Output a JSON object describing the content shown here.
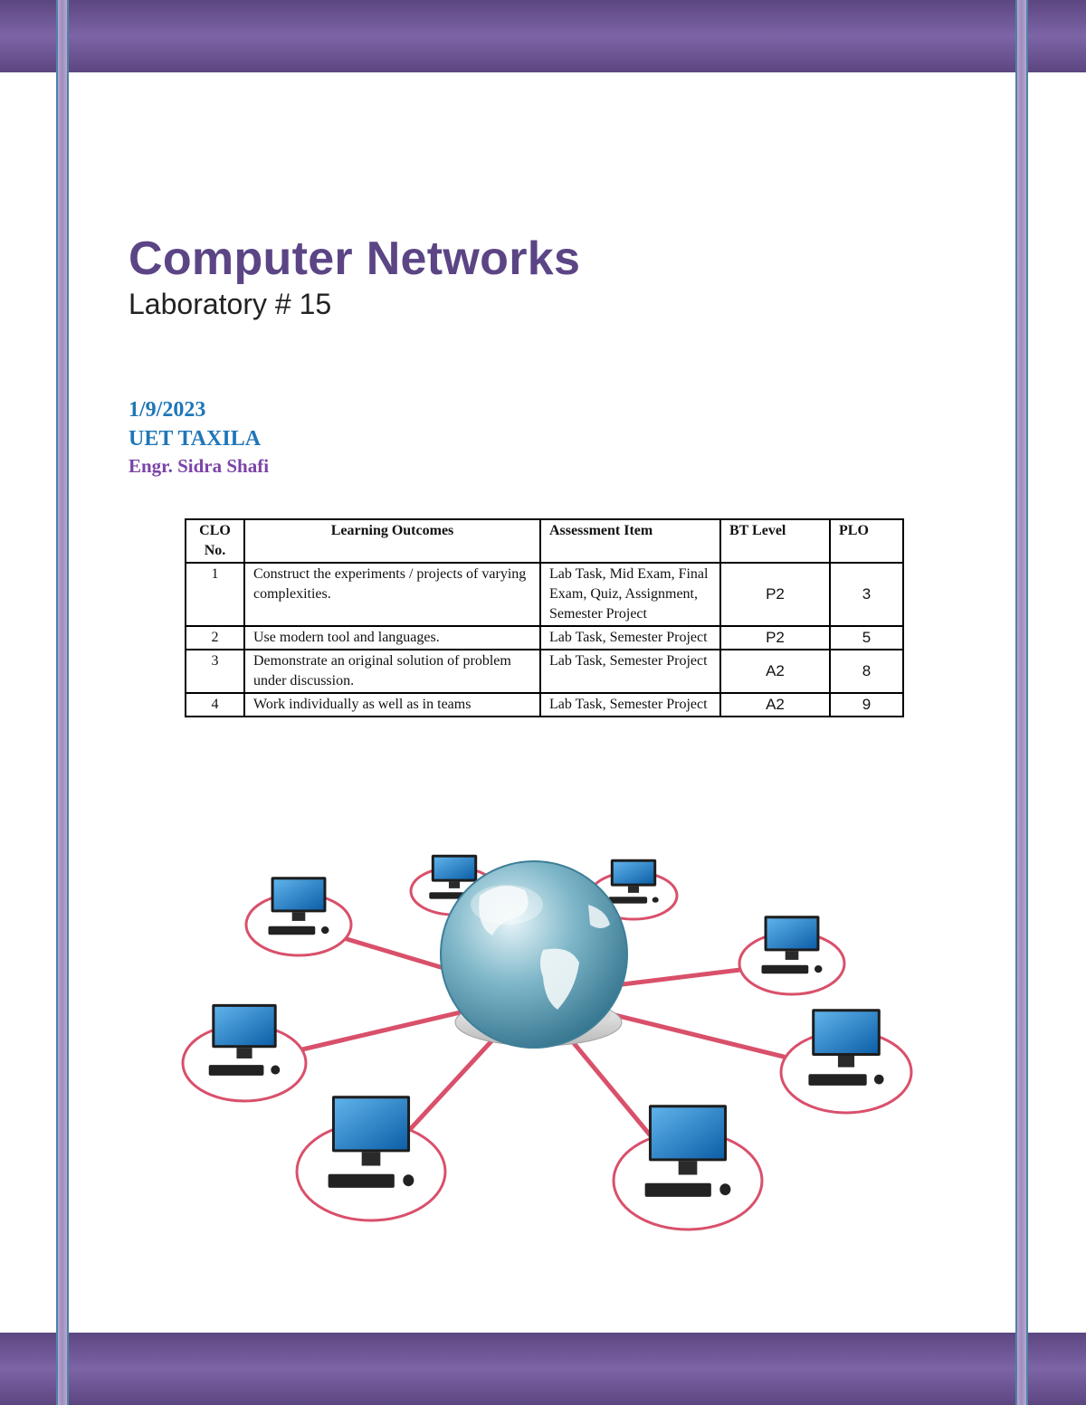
{
  "document": {
    "title": "Computer Networks",
    "subtitle": "Laboratory # 15",
    "date": "1/9/2023",
    "organization": "UET TAXILA",
    "author": "Engr. Sidra Shafi"
  },
  "clo_table": {
    "headers": {
      "clo_no": "CLO No.",
      "learning_outcomes": "Learning Outcomes",
      "assessment_item": "Assessment Item",
      "bt_level": "BT Level",
      "plo": "PLO"
    },
    "rows": [
      {
        "clo": "1",
        "outcome": "Construct the experiments / projects of varying complexities.",
        "assessment": "Lab Task, Mid Exam, Final Exam, Quiz, Assignment, Semester Project",
        "bt": "P2",
        "plo": "3"
      },
      {
        "clo": "2",
        "outcome": "Use modern tool and languages.",
        "assessment": "Lab Task, Semester Project",
        "bt": "P2",
        "plo": "5"
      },
      {
        "clo": "3",
        "outcome": "Demonstrate an original solution of problem under discussion.",
        "assessment": "Lab Task, Semester Project",
        "bt": "A2",
        "plo": "8"
      },
      {
        "clo": "4",
        "outcome": "Work individually as well as in teams",
        "assessment": "Lab Task, Semester Project",
        "bt": "A2",
        "plo": "9"
      }
    ]
  },
  "colors": {
    "band": "#6b5591",
    "title": "#5b4585",
    "meta_blue": "#1f76b7",
    "author_purple": "#7b43a8",
    "link_red": "#d9506b"
  },
  "illustration": {
    "hub_icon": "globe-icon",
    "node_icon": "desktop-computer-icon"
  }
}
